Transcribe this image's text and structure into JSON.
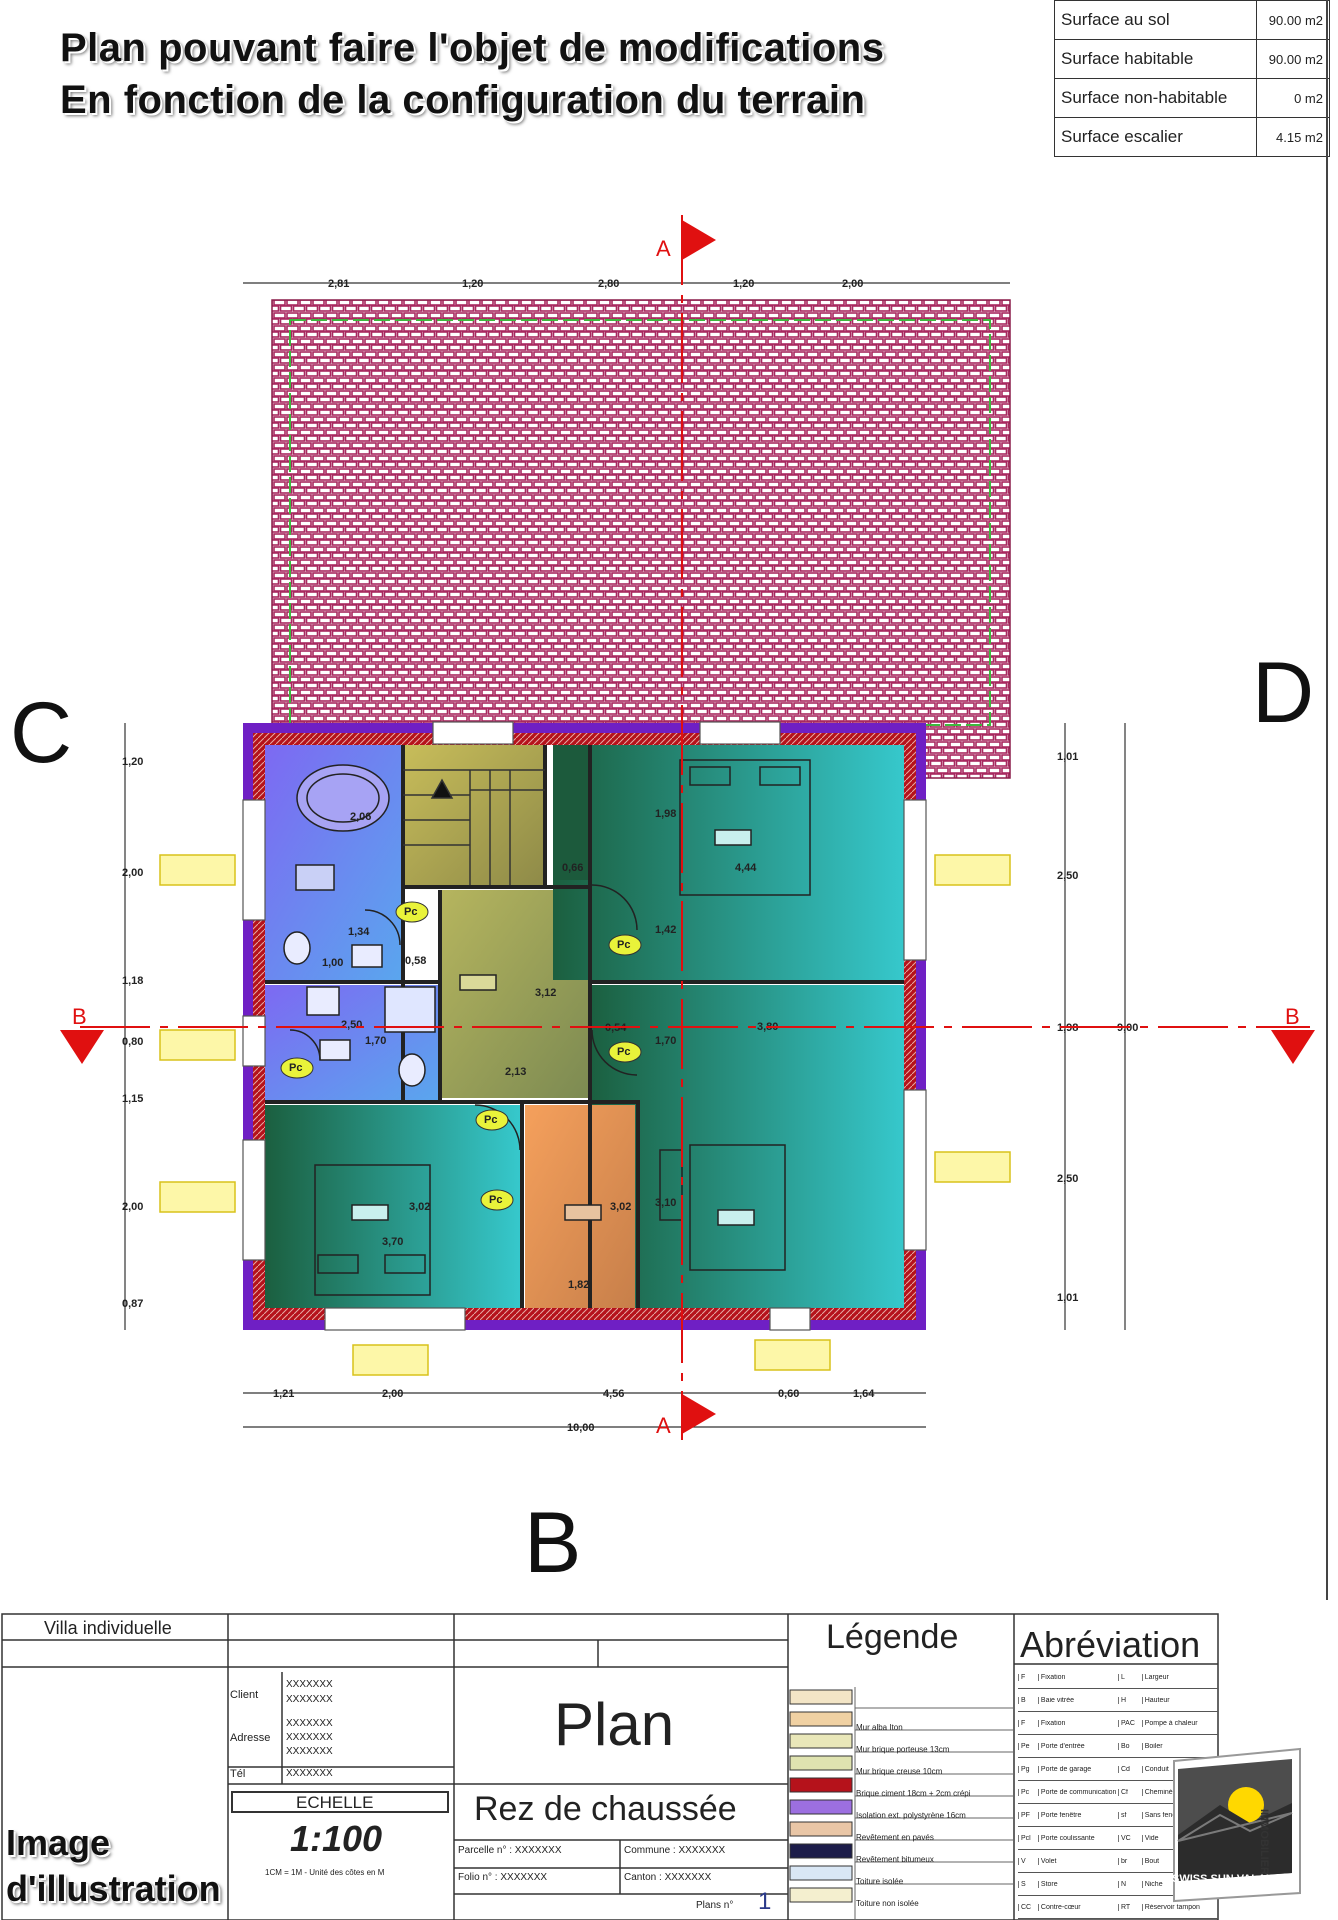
{
  "header": {
    "line1": "Plan pouvant faire l'objet de modifications",
    "line2": "En fonction de la configuration du terrain"
  },
  "surfaces": [
    {
      "label": "Surface au sol",
      "value": "90.00 m2"
    },
    {
      "label": "Surface habitable",
      "value": "90.00 m2"
    },
    {
      "label": "Surface non-habitable",
      "value": "0 m2"
    },
    {
      "label": "Surface escalier",
      "value": "4.15 m2"
    }
  ],
  "facades": {
    "b": "B",
    "c": "C",
    "d": "D"
  },
  "section_marks": {
    "a": "A",
    "b": "B"
  },
  "dimensions": {
    "top": [
      "2,81",
      "1,20",
      "2,80",
      "1,20",
      "2,00"
    ],
    "bottom": [
      "1,21",
      "2,00",
      "4,56",
      "0,60",
      "1,64"
    ],
    "bottom_total": "10,00",
    "left": [
      "1,20",
      "2,00",
      "1,18",
      "0,80",
      "1,15",
      "2,00",
      "0,87"
    ],
    "right": [
      "1,01",
      "2,50",
      "1,98",
      "2,50",
      "1,01"
    ],
    "right_total": "9,00",
    "interior": [
      "2,06",
      "1,34",
      "1,00",
      "0,58",
      "2,50",
      "1,70",
      "3,12",
      "2,13",
      "0,66",
      "1,98",
      "4,44",
      "1,42",
      "0,54",
      "1,70",
      "3,80",
      "3,02",
      "3,70",
      "3,02",
      "1,82",
      "3,10"
    ]
  },
  "room_tags": {
    "pc": "Pc"
  },
  "title_block": {
    "project": "Villa individuelle",
    "client_label": "Client",
    "address_label": "Adresse",
    "tel_label": "Tél",
    "placeholder": "XXXXXXX",
    "plan_label": "Plan",
    "level": "Rez de chaussée",
    "scale_label": "ECHELLE",
    "scale": "1:100",
    "scale_note": "1CM = 1M - Unité des côtes en M",
    "parcelle": "Parcelle n° : XXXXXXX",
    "commune": "Commune : XXXXXXX",
    "folio": "Folio n° : XXXXXXX",
    "canton": "Canton : XXXXXXX",
    "plan_no_label": "Plans n°",
    "plan_no": "1",
    "legend_title": "Légende",
    "legend": [
      "Mur alba Iton",
      "Mur brique porteuse 13cm",
      "Mur brique creuse 10cm",
      "Brique ciment 18cm + 2cm crépi",
      "Isolation ext. polystyrène 16cm",
      "Revêtement en pavés",
      "Revêtement bitumeux",
      "Toiture isolée",
      "Toiture non isolée"
    ],
    "abbr_title": "Abréviation",
    "abbr": [
      [
        "F",
        "Fixation",
        "L",
        "Largeur"
      ],
      [
        "B",
        "Baie vitrée",
        "H",
        "Hauteur"
      ],
      [
        "F",
        "Fixation",
        "PAC",
        "Pompe à chaleur"
      ],
      [
        "Pe",
        "Porte d'entrée",
        "Bo",
        "Boiler"
      ],
      [
        "Pg",
        "Porte de garage",
        "Cd",
        "Conduit"
      ],
      [
        "Pc",
        "Porte de communication",
        "Cf",
        "Cheminée"
      ],
      [
        "PF",
        "Porte fenêtre",
        "sf",
        "Sans fenêtre"
      ],
      [
        "Pcl",
        "Porte coulissante",
        "VC",
        "Vide"
      ],
      [
        "V",
        "Volet",
        "br",
        "Bout"
      ],
      [
        "S",
        "Store",
        "N",
        "Niche"
      ],
      [
        "CC",
        "Contre-cœur",
        "RT",
        "Réservoir tampon"
      ]
    ]
  },
  "watermark": {
    "line1": "Image",
    "line2": "d'illustration"
  },
  "logo": {
    "name": "SWISS SUN VALAIS",
    "side": "IMMOBILIER"
  },
  "colors": {
    "roof": "#b2306a",
    "wall_red": "#b5121b",
    "insulation_purple": "#6f1fc4",
    "section_line": "#e01010"
  }
}
